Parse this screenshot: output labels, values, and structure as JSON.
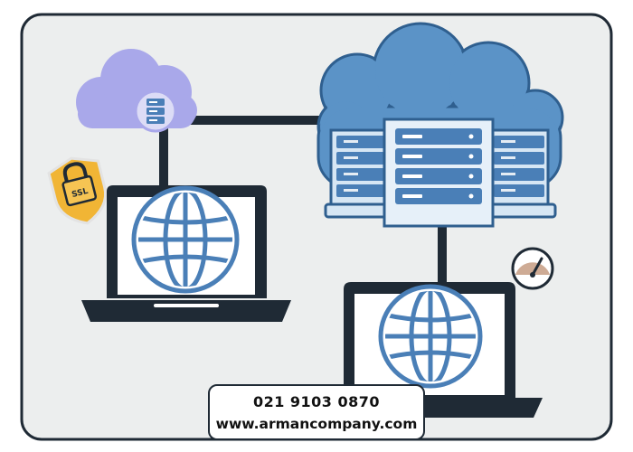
{
  "contact": {
    "phone": "021 9103 0870",
    "website": "www.armancompany.com"
  },
  "badges": {
    "ssl_label": "SSL"
  },
  "icons": {
    "small_cloud": "server-cloud-icon",
    "large_cloud": "datacenter-cloud-icon",
    "lock": "ssl-lock-shield-icon",
    "globe": "globe-icon",
    "gauge": "speed-gauge-icon",
    "laptop": "laptop-icon"
  },
  "colors": {
    "panel_background": "#eceeee",
    "panel_border": "#1f2a35",
    "cloud_blue": "#5b93c7",
    "cloud_purple": "#a9a8ea",
    "server_blue": "#4a7fb7",
    "globe_blue": "#4a7fb7",
    "laptop_dark": "#1f2a35",
    "shield_gold": "#f1b535"
  }
}
